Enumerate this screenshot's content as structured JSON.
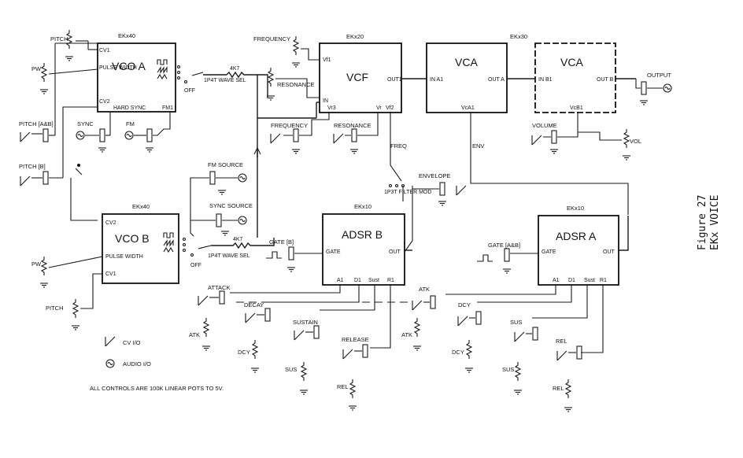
{
  "figure": {
    "number": "Figure 27",
    "title": "EKx VOICE"
  },
  "modules": {
    "vco_a": {
      "name": "VCO A",
      "part": "EKx40",
      "pins": {
        "cv1": "CV1",
        "pw": "PULSE WIDTH",
        "cv2": "CV2",
        "sync": "HARD SYNC",
        "fm": "FM1"
      }
    },
    "vco_b": {
      "name": "VCO B",
      "part": "EKx40",
      "pins": {
        "cv2": "CV2",
        "pw": "PULSE WIDTH",
        "cv1": "CV1"
      }
    },
    "vcf": {
      "name": "VCF",
      "part": "EKx20",
      "pins": {
        "vf1": "Vf1",
        "in": "IN",
        "vr3": "Vr3",
        "vr": "Vr",
        "vf2": "Vf2",
        "out": "OUT1"
      }
    },
    "vca1": {
      "name": "VCA",
      "part": "EKx30",
      "pins": {
        "in": "IN A1",
        "out": "OUT A",
        "vc": "VcA1"
      }
    },
    "vca2": {
      "name": "VCA",
      "pins": {
        "in": "IN B1",
        "out": "OUT B",
        "vc": "VcB1"
      }
    },
    "adsr_b": {
      "name": "ADSR B",
      "part": "EKx10",
      "pins": {
        "gate": "GATE",
        "out": "OUT",
        "a": "A1",
        "d": "D1",
        "s": "Sust",
        "r": "R1"
      }
    },
    "adsr_a": {
      "name": "ADSR A",
      "part": "EKx10",
      "pins": {
        "gate": "GATE",
        "out": "OUT",
        "a": "A1",
        "d": "D1",
        "s": "Sust",
        "r": "R1"
      }
    }
  },
  "labels": {
    "pitch": "PITCH",
    "pw": "PW",
    "pitch_ab": "PITCH [A&B]",
    "sync": "SYNC",
    "fm": "FM",
    "pitch_b": "PITCH [B]",
    "resistor": "4K7",
    "wave_sel": "1P4T WAVE SEL",
    "off": "OFF",
    "fm_source": "FM SOURCE",
    "sync_source": "SYNC SOURCE",
    "frequency": "FREQUENCY",
    "resonance": "RESONANCE",
    "freq": "FREQ",
    "filter_mod": "1P3T FILTER MOD",
    "envelope": "ENVELOPE",
    "env": "ENV",
    "volume": "VOLUME",
    "vol": "VOL",
    "output": "OUTPUT",
    "gate_b": "GATE [B]",
    "gate_ab": "GATE [A&B]",
    "attack": "ATTACK",
    "decay": "DECAY",
    "sustain": "SUSTAIN",
    "release": "RELEASE",
    "atk": "ATK",
    "dcy": "DCY",
    "sus": "SUS",
    "rel": "REL",
    "atk_short": "ATK",
    "dcy_short": "DCY"
  },
  "legend": {
    "cv": "CV I/O",
    "audio": "AUDIO I/O",
    "note": "ALL CONTROLS ARE 100K LINEAR POTS TO 5V."
  }
}
